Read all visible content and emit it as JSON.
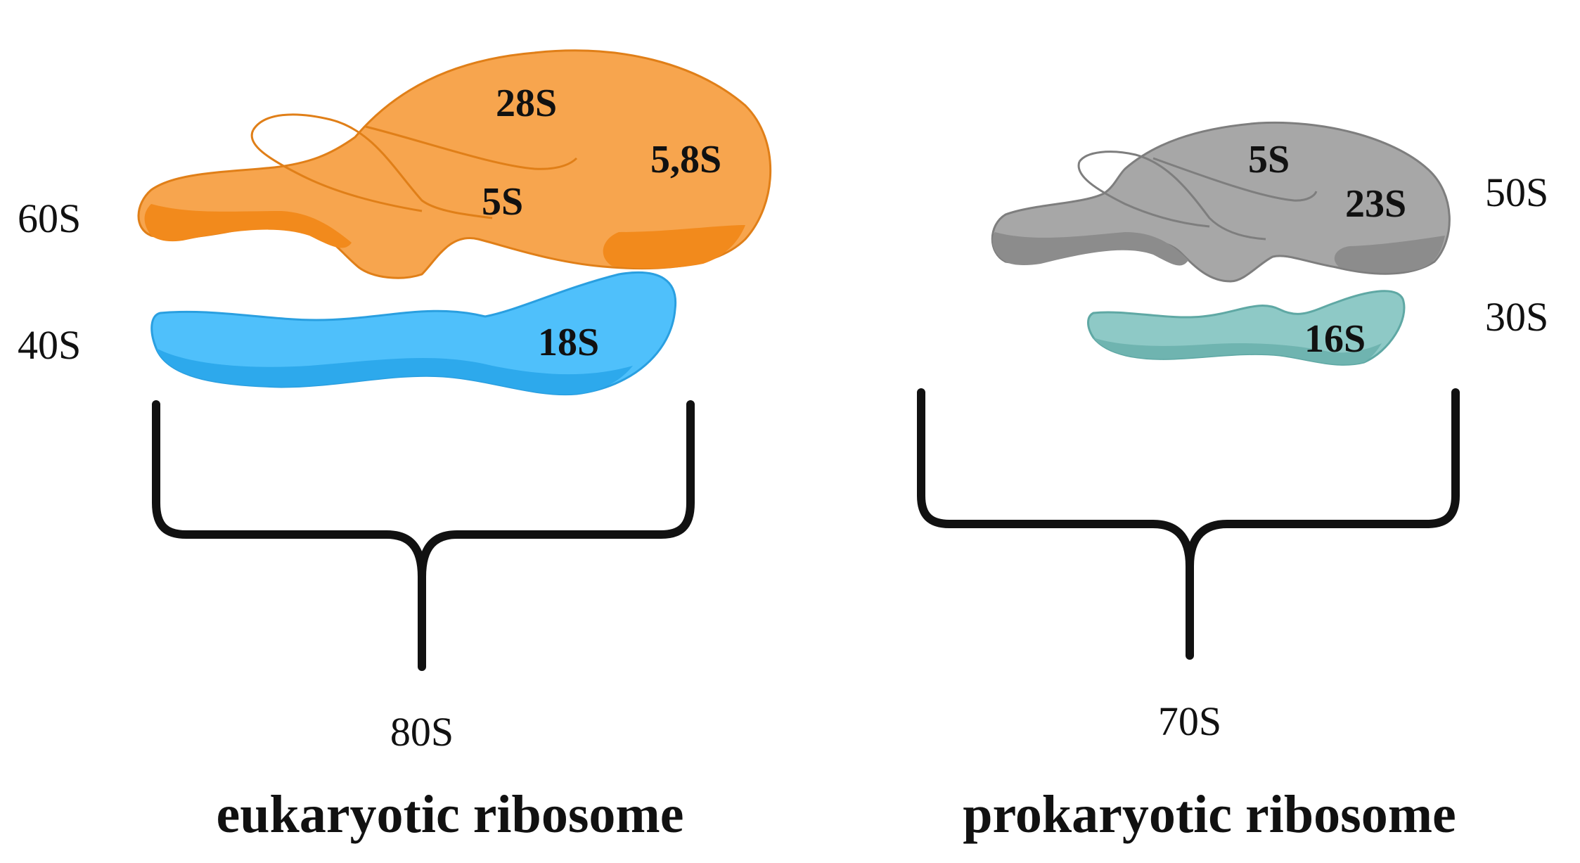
{
  "colors": {
    "eukaryotic_large": "#F7A54E",
    "eukaryotic_large_shadow": "#F28A1C",
    "eukaryotic_small": "#4FC0FB",
    "eukaryotic_small_shadow": "#2DA9EC",
    "prokaryotic_large": "#A7A7A7",
    "prokaryotic_large_shadow": "#8C8C8C",
    "prokaryotic_small": "#8EC9C6",
    "prokaryotic_small_shadow": "#6FB4B0",
    "bracket": "#111111"
  },
  "eukaryotic": {
    "large_subunit_label": "60S",
    "small_subunit_label": "40S",
    "rrna_28s": "28S",
    "rrna_5_8s": "5,8S",
    "rrna_5s": "5S",
    "rrna_18s": "18S",
    "total_label": "80S",
    "title": "eukaryotic ribosome"
  },
  "prokaryotic": {
    "large_subunit_label": "50S",
    "small_subunit_label": "30S",
    "rrna_5s": "5S",
    "rrna_23s": "23S",
    "rrna_16s": "16S",
    "total_label": "70S",
    "title": "prokaryotic ribosome"
  }
}
